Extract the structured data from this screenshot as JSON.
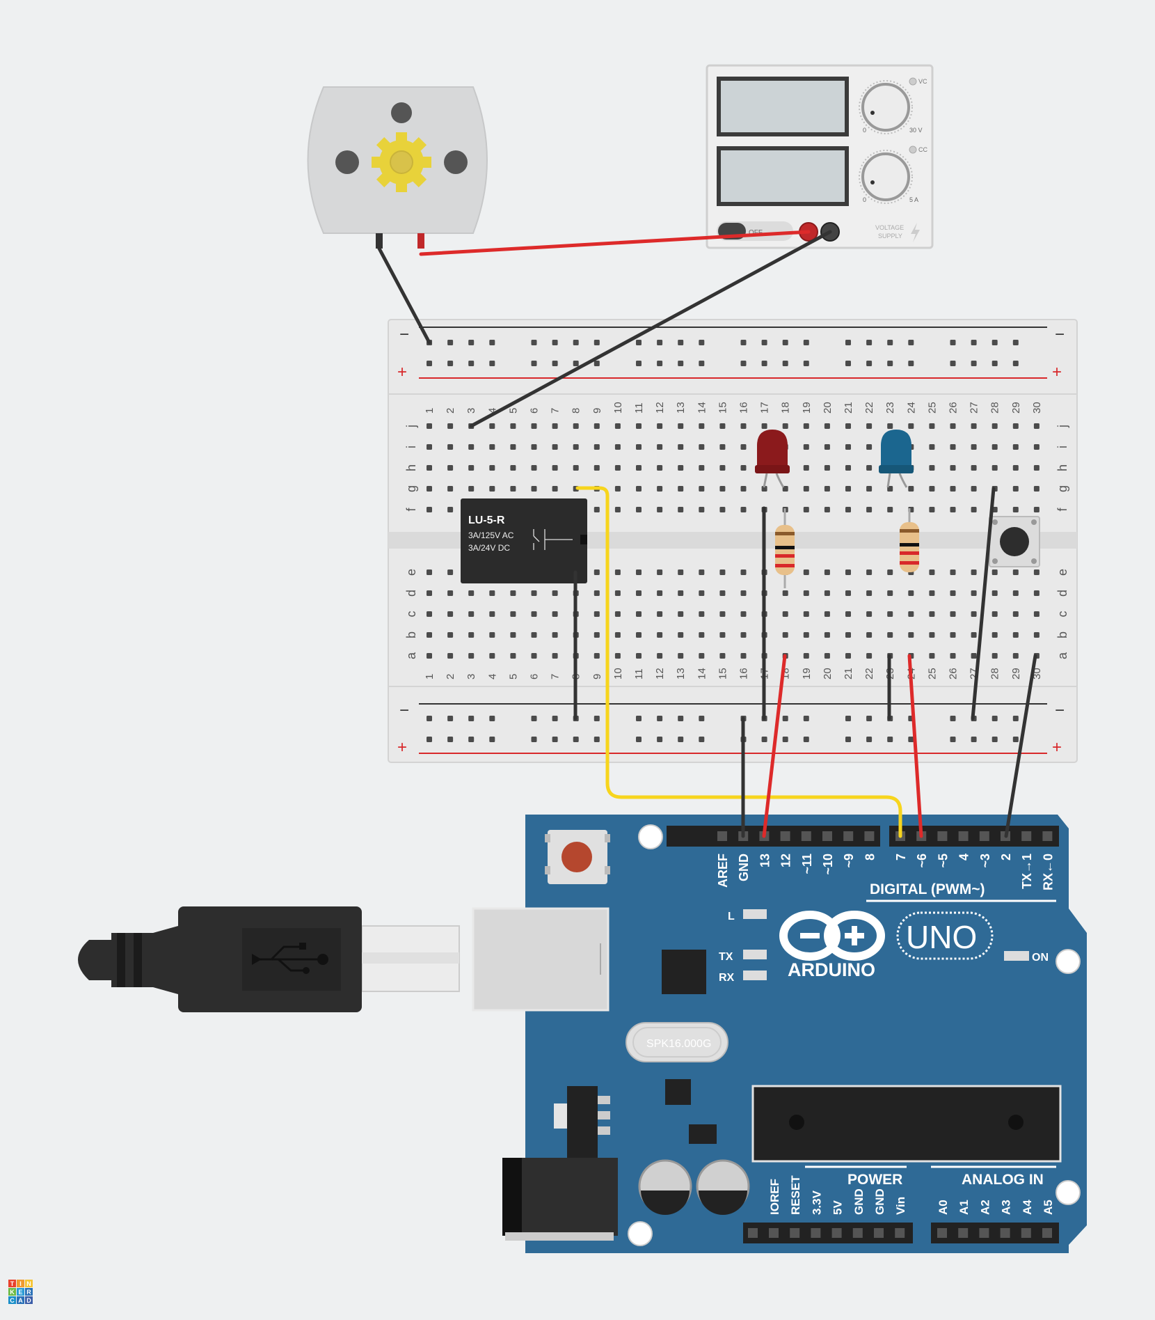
{
  "relay": {
    "model": "LU-5-R",
    "rating_ac": "3A/125V AC",
    "rating_dc": "3A/24V  DC"
  },
  "power_supply": {
    "vc_label": "VC",
    "cc_label": "CC",
    "v_min": "0",
    "v_max": "30 V",
    "a_min": "0",
    "a_max": "5 A",
    "switch_label": "OFF",
    "brand_line1": "VOLTAGE",
    "brand_line2": "SUPPLY"
  },
  "breadboard": {
    "columns": [
      "1",
      "2",
      "3",
      "4",
      "5",
      "6",
      "7",
      "8",
      "9",
      "10",
      "11",
      "12",
      "13",
      "14",
      "15",
      "16",
      "17",
      "18",
      "19",
      "20",
      "21",
      "22",
      "23",
      "24",
      "25",
      "26",
      "27",
      "28",
      "29",
      "30"
    ],
    "rows_top": [
      "j",
      "i",
      "h",
      "g",
      "f"
    ],
    "rows_bottom": [
      "e",
      "d",
      "c",
      "b",
      "a"
    ],
    "minus": "−",
    "plus": "+"
  },
  "arduino": {
    "brand": "ARDUINO",
    "model": "UNO",
    "crystal": "SPK16.000G",
    "led_l": "L",
    "led_tx": "TX",
    "led_rx": "RX",
    "led_on": "ON",
    "digital_title": "DIGITAL (PWM~)",
    "digital_pins_left": [
      "AREF",
      "GND",
      "13",
      "12",
      "~11",
      "~10",
      "~9",
      "8"
    ],
    "digital_pins_right": [
      "7",
      "~6",
      "~5",
      "4",
      "~3",
      "2",
      "TX→1",
      "RX←0"
    ],
    "power_title": "POWER",
    "analog_title": "ANALOG IN",
    "power_pins": [
      "IOREF",
      "RESET",
      "3.3V",
      "5V",
      "GND",
      "GND",
      "Vin"
    ],
    "analog_pins": [
      "A0",
      "A1",
      "A2",
      "A3",
      "A4",
      "A5"
    ]
  },
  "logo": [
    "T",
    "I",
    "N",
    "K",
    "E",
    "R",
    "C",
    "A",
    "D"
  ]
}
